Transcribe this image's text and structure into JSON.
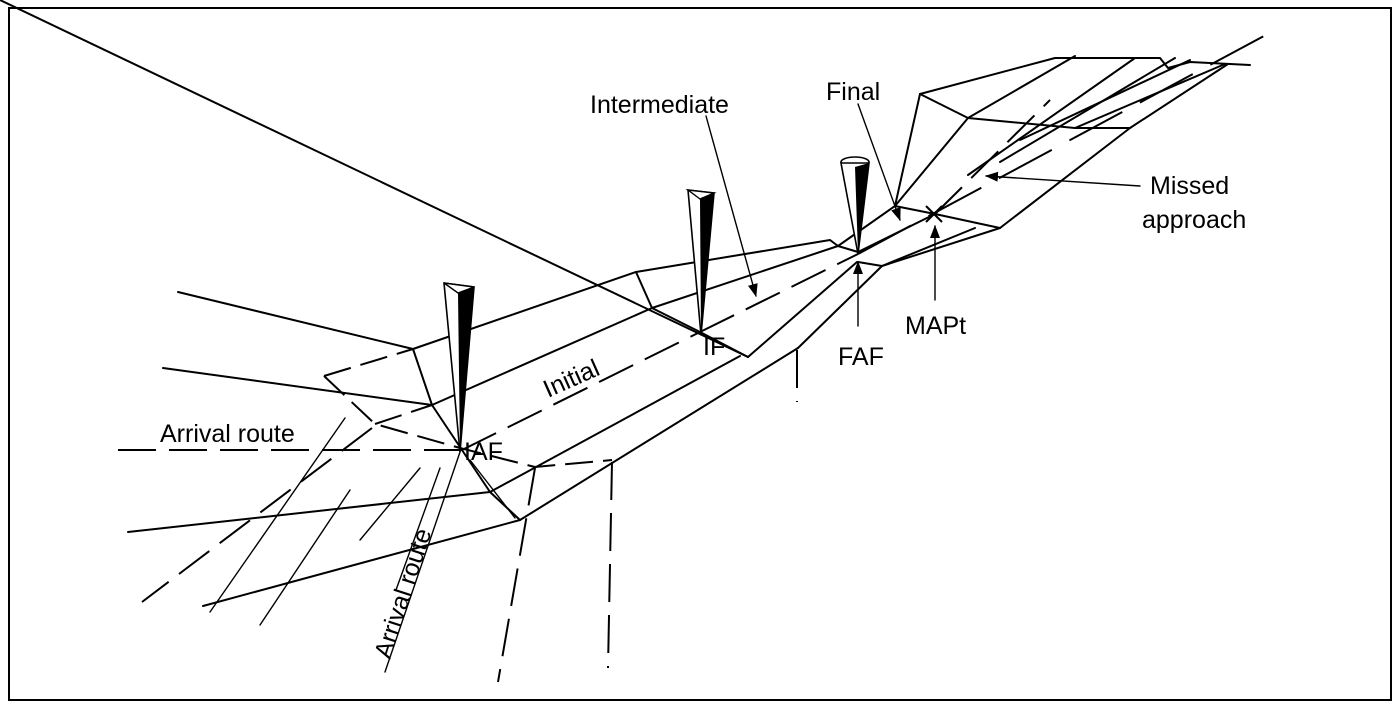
{
  "labels": {
    "intermediate": "Intermediate",
    "final": "Final",
    "missed_approach_line1": "Missed",
    "missed_approach_line2": "approach",
    "initial": "Initial",
    "arrival_route_left": "Arrival route",
    "arrival_route_bottom": "Arrival route",
    "iaf": "IAF",
    "if": "IF",
    "faf": "FAF",
    "mapt": "MAPt"
  },
  "colors": {
    "ink": "#000000",
    "background": "#ffffff"
  }
}
